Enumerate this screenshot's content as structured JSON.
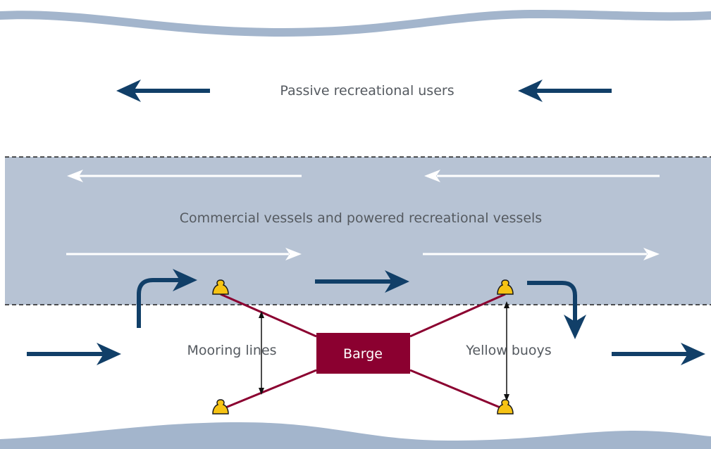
{
  "labels": {
    "passive_users": "Passive recreational users",
    "commercial_channel": "Commercial vessels and powered recreational vessels",
    "mooring_lines": "Mooring lines",
    "barge": "Barge",
    "yellow_buoys": "Yellow buoys"
  },
  "colors": {
    "bank": "#a3b5cc",
    "channel": "#b7c3d4",
    "navy_arrow": "#113f68",
    "white_arrow": "#ffffff",
    "barge": "#8b0030",
    "mooring_line": "#8b0030",
    "buoy": "#f6c314",
    "label_text": "#555a60",
    "dashed_boundary": "#1e1e1e"
  }
}
